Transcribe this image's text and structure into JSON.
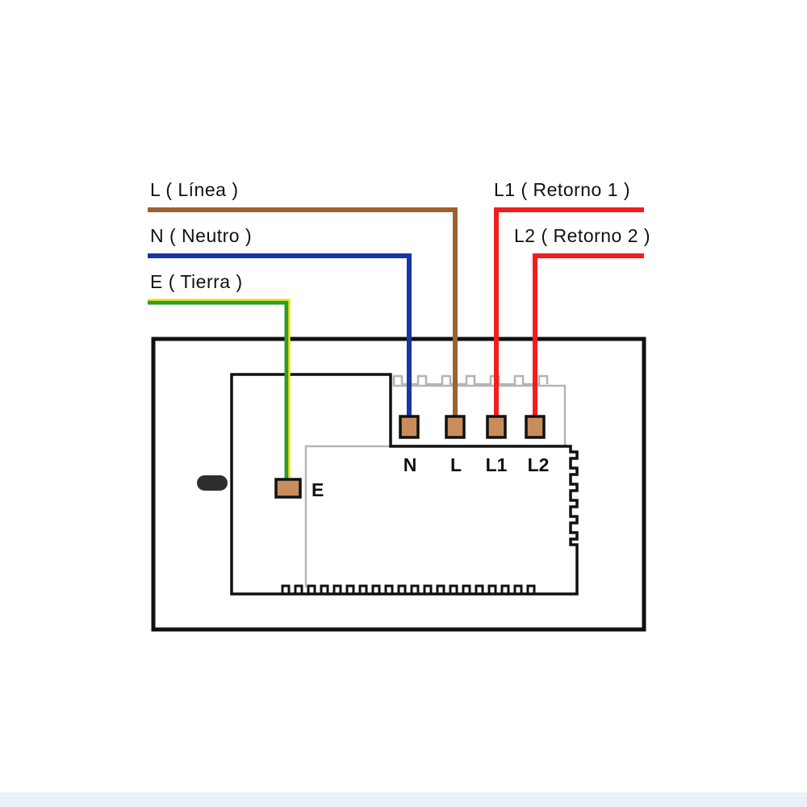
{
  "wires": {
    "line": {
      "label": "L ( Línea )",
      "color": "#9a6331"
    },
    "neutral": {
      "label": "N ( Neutro )",
      "color": "#1836a8"
    },
    "earth": {
      "label": "E ( Tierra )",
      "color": "#2d9c2d",
      "stripe_color": "#f2e21b"
    },
    "return_1": {
      "label": "L1 ( Retorno 1 )",
      "color": "#f21d1d"
    },
    "return_2": {
      "label": "L2 ( Retorno 2 )",
      "color": "#f21d1d"
    }
  },
  "terminals": {
    "neutral": {
      "label": "N"
    },
    "line": {
      "label": "L"
    },
    "return_1": {
      "label": "L1"
    },
    "return_2": {
      "label": "L2"
    },
    "earth": {
      "label": "E"
    }
  },
  "colors": {
    "terminal_fill": "#c98d5c",
    "outline": "#111111",
    "inner_outline": "#b4b4b4"
  }
}
